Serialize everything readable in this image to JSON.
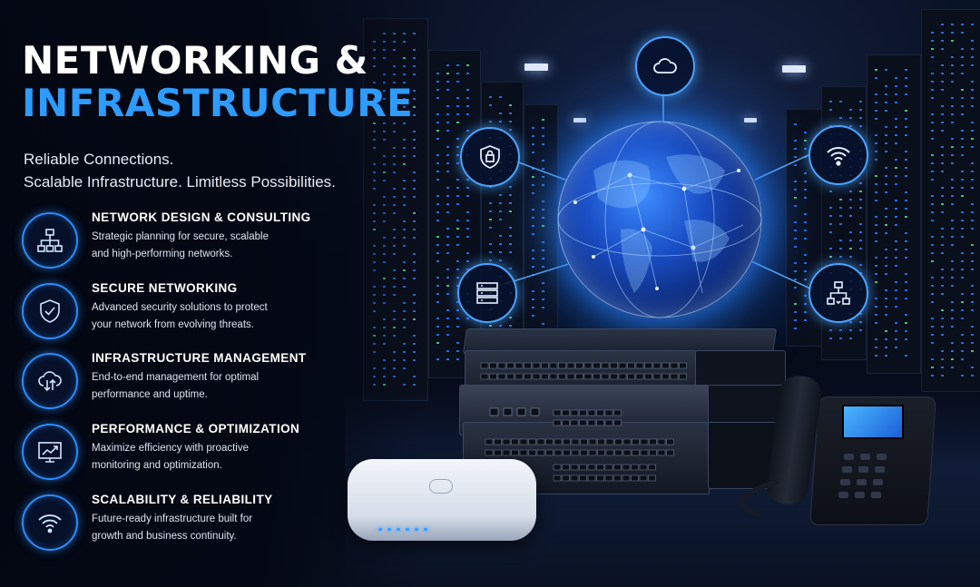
{
  "title": {
    "line1": "NETWORKING &",
    "line2": "INFRASTRUCTURE"
  },
  "tagline": {
    "line1": "Reliable Connections.",
    "line2": "Scalable Infrastructure. Limitless Possibilities."
  },
  "services": [
    {
      "icon": "network-diagram-icon",
      "heading": "NETWORK DESIGN & CONSULTING",
      "line1": "Strategic planning for secure, scalable",
      "line2": "and high-performing networks."
    },
    {
      "icon": "shield-check-icon",
      "heading": "SECURE NETWORKING",
      "line1": "Advanced security solutions to protect",
      "line2": "your network from evolving threats."
    },
    {
      "icon": "cloud-sync-icon",
      "heading": "INFRASTRUCTURE MANAGEMENT",
      "line1": "End-to-end management for optimal",
      "line2": "performance and uptime."
    },
    {
      "icon": "performance-chart-icon",
      "heading": "PERFORMANCE & OPTIMIZATION",
      "line1": "Maximize efficiency with proactive",
      "line2": "monitoring and optimization."
    },
    {
      "icon": "wifi-icon",
      "heading": "SCALABILITY & RELIABILITY",
      "line1": "Future-ready infrastructure built for",
      "line2": "growth and business continuity."
    }
  ],
  "globe_nodes": [
    "cloud-icon",
    "lock-shield-icon",
    "wifi-icon",
    "server-icon",
    "network-diagram-icon"
  ],
  "colors": {
    "accent": "#2e9bff",
    "background": "#030814",
    "glow": "#3b8cff"
  }
}
